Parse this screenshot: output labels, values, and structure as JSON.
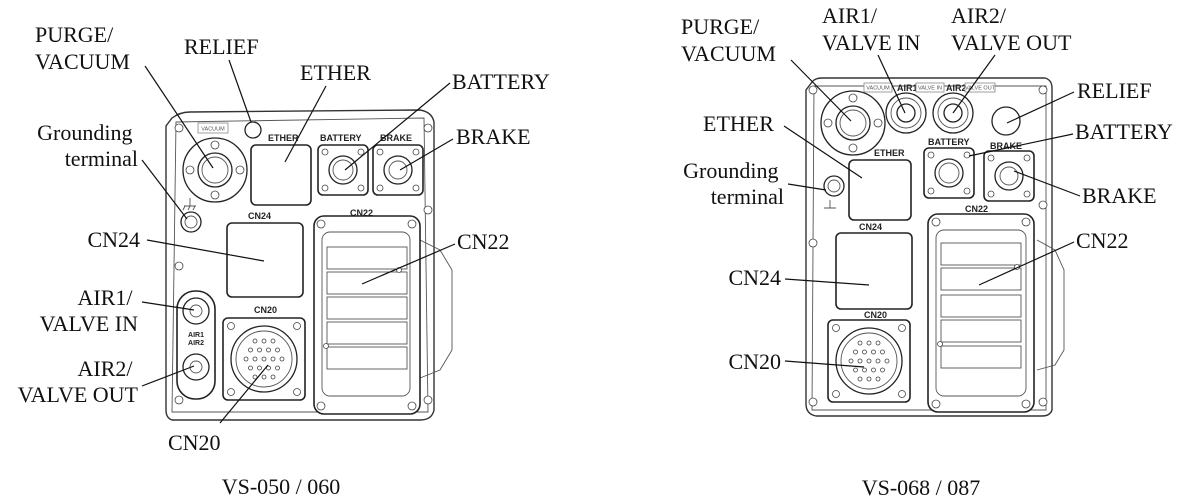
{
  "diagrams": [
    {
      "caption": "VS-050 / 060",
      "callouts": {
        "purge_vacuum": [
          "PURGE/",
          "VACUUM"
        ],
        "relief": [
          "RELIEF"
        ],
        "ether": [
          "ETHER"
        ],
        "battery": [
          "BATTERY"
        ],
        "brake": [
          "BRAKE"
        ],
        "grounding_terminal": [
          "Grounding",
          "terminal"
        ],
        "cn24": [
          "CN24"
        ],
        "cn22": [
          "CN22"
        ],
        "air1_valve_in": [
          "AIR1/",
          "VALVE IN"
        ],
        "air2_valve_out": [
          "AIR2/",
          "VALVE OUT"
        ],
        "cn20": [
          "CN20"
        ]
      },
      "panel_labels": {
        "vacuum": "VACUUM",
        "ether": "ETHER",
        "battery": "BATTERY",
        "brake": "BRAKE",
        "cn24": "CN24",
        "cn22": "CN22",
        "cn20": "CN20",
        "air1": "AIR1",
        "air2": "AIR2"
      }
    },
    {
      "caption": "VS-068 / 087",
      "callouts": {
        "purge_vacuum": [
          "PURGE/",
          "VACUUM"
        ],
        "air1_valve_in": [
          "AIR1/",
          "VALVE IN"
        ],
        "air2_valve_out": [
          "AIR2/",
          "VALVE OUT"
        ],
        "relief": [
          "RELIEF"
        ],
        "ether": [
          "ETHER"
        ],
        "battery": [
          "BATTERY"
        ],
        "brake": [
          "BRAKE"
        ],
        "grounding_terminal": [
          "Grounding",
          "terminal"
        ],
        "cn22": [
          "CN22"
        ],
        "cn24": [
          "CN24"
        ],
        "cn20": [
          "CN20"
        ]
      },
      "panel_labels": {
        "vacuum": "VACUUM",
        "air1": "AIR1",
        "valve_in": "VALVE IN",
        "air2": "AIR2",
        "valve_out": "VALVE OUT",
        "battery": "BATTERY",
        "brake": "BRAKE",
        "ether": "ETHER",
        "cn22": "CN22",
        "cn24": "CN24",
        "cn20": "CN20"
      }
    }
  ]
}
